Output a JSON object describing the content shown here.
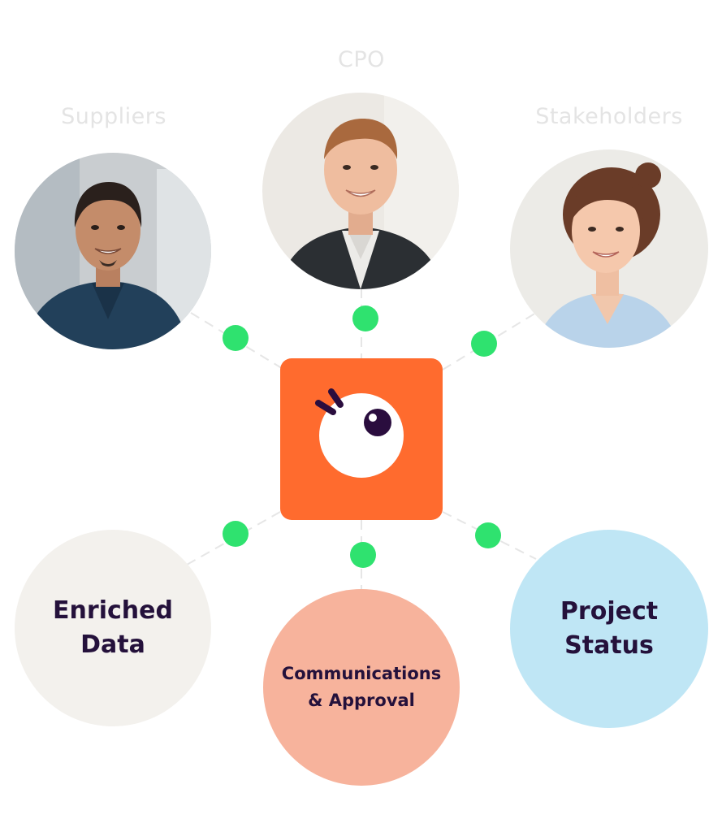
{
  "people": {
    "cpo": {
      "label": "CPO",
      "avatar_icon": "person-cpo-avatar"
    },
    "suppliers": {
      "label": "Suppliers",
      "avatar_icon": "person-supplier-avatar"
    },
    "stakeholders": {
      "label": "Stakeholders",
      "avatar_icon": "person-stakeholder-avatar"
    }
  },
  "hub": {
    "icon": "eye-logo-icon",
    "color": "#ff6b2e"
  },
  "outputs": {
    "enriched_data": {
      "label": "Enriched\nData",
      "color": "#f3f1ed"
    },
    "communications": {
      "label": "Communications\n& Approval",
      "color": "#f7b39c"
    },
    "project_status": {
      "label": "Project\nStatus",
      "color": "#bfe6f5"
    }
  },
  "connector_dot_color": "#2fe26f",
  "text_color": "#24113b"
}
